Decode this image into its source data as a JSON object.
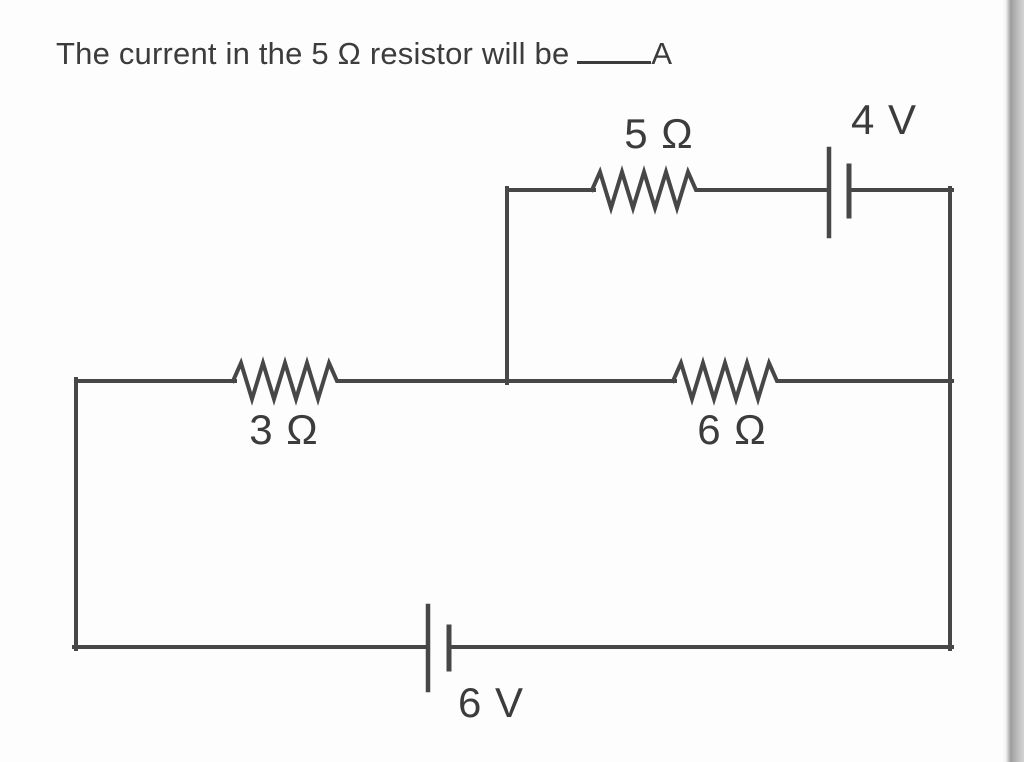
{
  "question": {
    "text": "The current in the 5 Ω resistor will be",
    "answer_unit": "A"
  },
  "circuit": {
    "resistors": [
      {
        "id": "r5",
        "label": "5 Ω",
        "position": "top-branch"
      },
      {
        "id": "r3",
        "label": "3 Ω",
        "position": "middle-branch-left"
      },
      {
        "id": "r6",
        "label": "6 Ω",
        "position": "middle-branch-right"
      }
    ],
    "batteries": [
      {
        "id": "v4",
        "label": "4 V",
        "position": "top-branch"
      },
      {
        "id": "v6",
        "label": "6 V",
        "position": "bottom-branch"
      }
    ]
  },
  "colors": {
    "wire": "#474747",
    "text": "#3c3c3c",
    "background": "#fdfdfd"
  }
}
